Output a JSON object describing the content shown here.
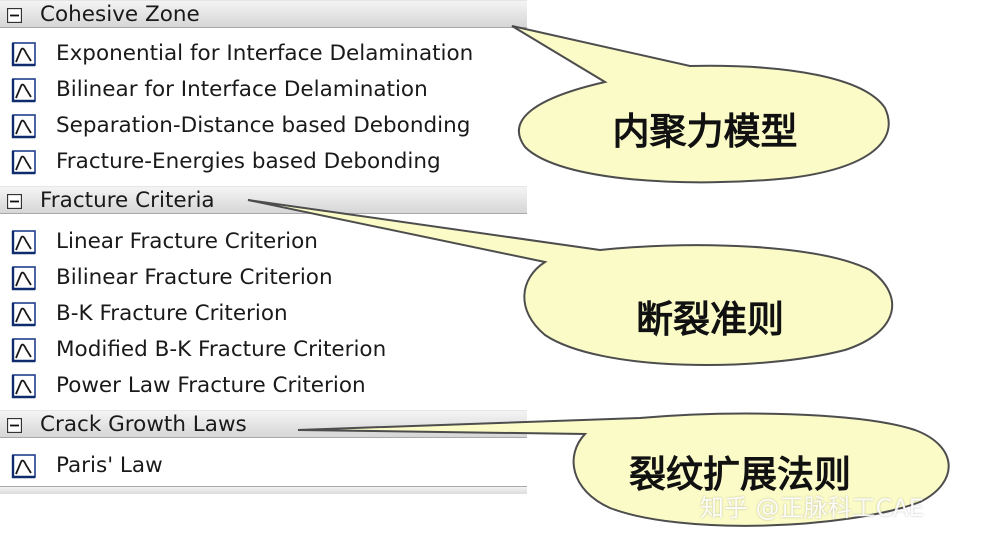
{
  "groups": [
    {
      "label": "Cohesive Zone",
      "items": [
        {
          "label": "Exponential for Interface Delamination"
        },
        {
          "label": "Bilinear for Interface Delamination"
        },
        {
          "label": "Separation-Distance based Debonding"
        },
        {
          "label": "Fracture-Energies based Debonding"
        }
      ]
    },
    {
      "label": "Fracture Criteria",
      "items": [
        {
          "label": "Linear Fracture Criterion"
        },
        {
          "label": "Bilinear Fracture Criterion"
        },
        {
          "label": "B-K Fracture Criterion"
        },
        {
          "label": "Modified B-K Fracture Criterion"
        },
        {
          "label": "Power Law Fracture Criterion"
        }
      ]
    },
    {
      "label": "Crack Growth Laws",
      "items": [
        {
          "label": "Paris' Law"
        }
      ]
    }
  ],
  "callouts": [
    {
      "text": "内聚力模型"
    },
    {
      "text": "断裂准则"
    },
    {
      "text": "裂纹扩展法则"
    }
  ],
  "watermark": "知乎 @正脉科工CAE",
  "icons": {
    "group_toggle": "collapse-minus-icon",
    "item": "material-curve-icon"
  },
  "colors": {
    "callout_fill": "#fbfbc8",
    "callout_stroke": "#4d4d4d",
    "header_bg": "#dedede"
  }
}
